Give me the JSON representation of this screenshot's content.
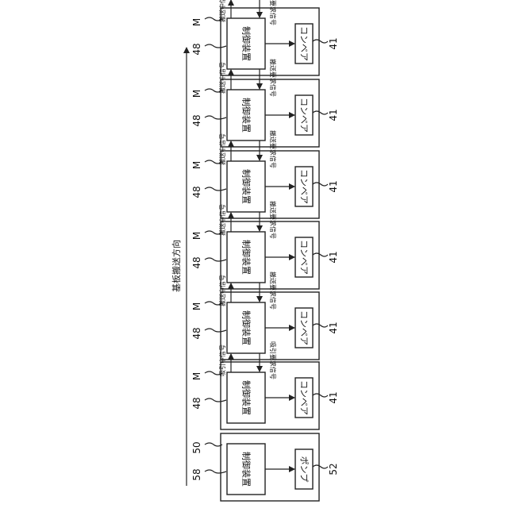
{
  "direction_label": "基板搬送方向",
  "units": [
    {
      "label_M": "M",
      "label_ctrl": "48",
      "controller": "制御装置",
      "device": "コンベア",
      "device_ref": "41",
      "signal_up": "搬送中信号",
      "signal_down": "搬送要求信号"
    },
    {
      "label_M": "M",
      "label_ctrl": "48",
      "controller": "制御装置",
      "device": "コンベア",
      "device_ref": "41",
      "signal_up": "搬送中信号",
      "signal_down": "搬送要求信号"
    },
    {
      "label_M": "M",
      "label_ctrl": "48",
      "controller": "制御装置",
      "device": "コンベア",
      "device_ref": "41",
      "signal_up": "搬送中信号",
      "signal_down": "搬送要求信号"
    },
    {
      "label_M": "M",
      "label_ctrl": "48",
      "controller": "制御装置",
      "device": "コンベア",
      "device_ref": "41",
      "signal_up": "搬送中信号",
      "signal_down": "搬送要求信号"
    },
    {
      "label_M": "M",
      "label_ctrl": "48",
      "controller": "制御装置",
      "device": "コンベア",
      "device_ref": "41",
      "signal_up": "搬送中信号",
      "signal_down": "搬送要求信号"
    },
    {
      "label_M": "M",
      "label_ctrl": "48",
      "controller": "制御装置",
      "device": "コンベア",
      "device_ref": "41",
      "signal_up": "吸引中信号",
      "signal_down": "吸引要求信号"
    },
    {
      "label_M": "50",
      "label_ctrl": "58",
      "controller": "制御装置",
      "device": "ポンプ",
      "device_ref": "52"
    }
  ]
}
